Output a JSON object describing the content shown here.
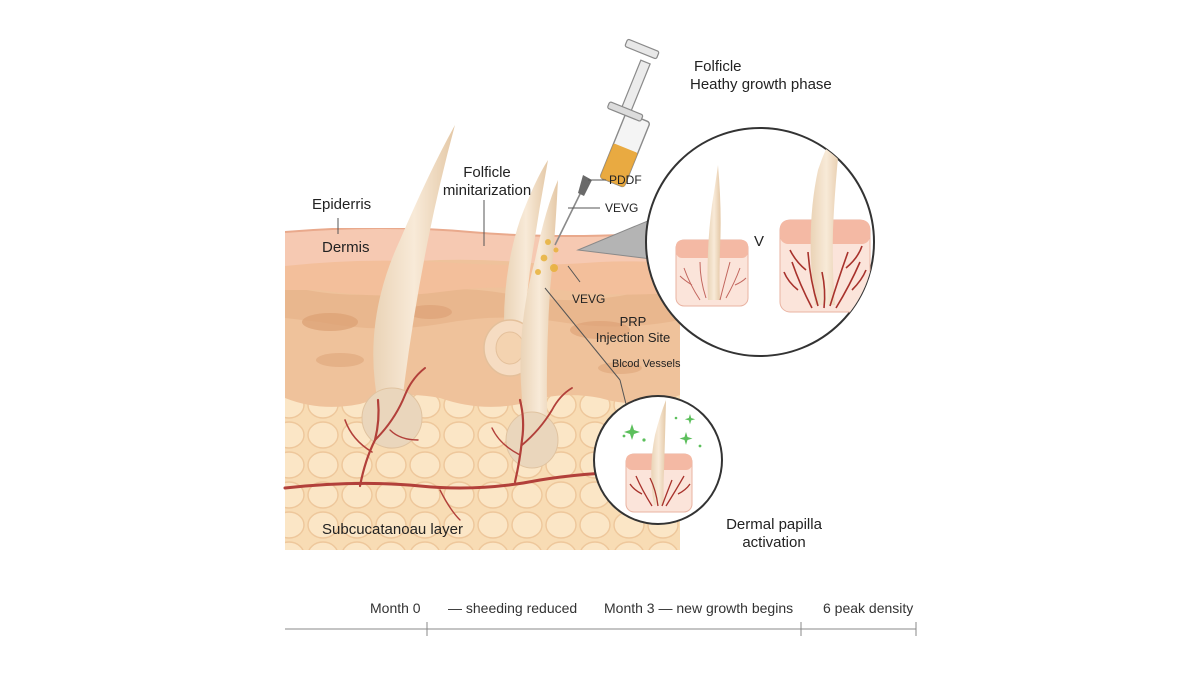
{
  "labels": {
    "epidermis": "Epiderris",
    "dermis": "Dermis",
    "miniaturization": [
      "Folficle",
      "minitarization"
    ],
    "healthy_title": [
      "Folficle",
      "Heathy growth phase"
    ],
    "pddf": "PDDF",
    "vevg_top": "VEVG",
    "vevg_mid": "VEVG",
    "prp": [
      "PRP",
      "Injection Site"
    ],
    "blood_vessels": "Blcod Vessels",
    "subcutaneous": "Subcucatanoau layer",
    "dermal_papilla": [
      "Dermal papilla",
      "activation"
    ],
    "comparison": "V"
  },
  "timeline": {
    "month0": "Month 0",
    "shedding": "— sheeding reduced",
    "month3": "Month 3 — new growth begins",
    "peak": "6  peak density"
  },
  "colors": {
    "epidermis": "#f6c9b2",
    "dermis": "#efc29b",
    "subcutaneous": "#f8dcb4",
    "hair": "#f3e0c7",
    "vessel": "#b2403a",
    "syringe_fluid": "#e8a22e",
    "sparkle": "#5cbf5c"
  }
}
